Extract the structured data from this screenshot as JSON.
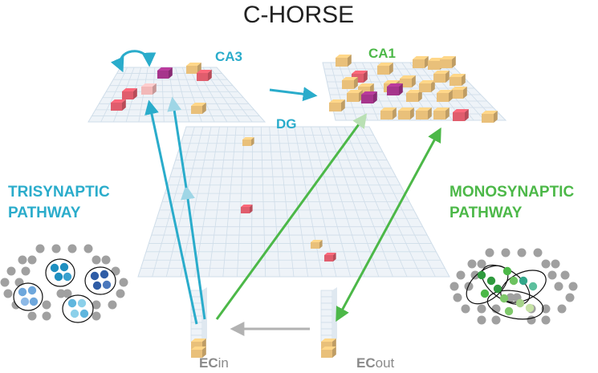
{
  "title": "C-HORSE",
  "regions": {
    "ca3": "CA3",
    "ca1": "CA1",
    "dg": "DG"
  },
  "pathways": {
    "trisynaptic": {
      "line1": "TRISYNAPTIC",
      "line2": "PATHWAY"
    },
    "monosynaptic": {
      "line1": "MONOSYNAPTIC",
      "line2": "PATHWAY"
    }
  },
  "ec_in": {
    "bold": "EC",
    "rest": "in"
  },
  "ec_out": {
    "bold": "EC",
    "rest": "out"
  },
  "colors": {
    "trisynaptic": "#2aaccb",
    "monosynaptic": "#4cb848",
    "ec_arrow": "#b2b2b2",
    "unit_active": "#e9c07a",
    "unit_pink": "#e05d6d",
    "unit_purple": "#a6358c",
    "grid_fill": "#eef3f8",
    "grid_line": "#cfdde9",
    "dot_gray": "#a0a0a0"
  }
}
